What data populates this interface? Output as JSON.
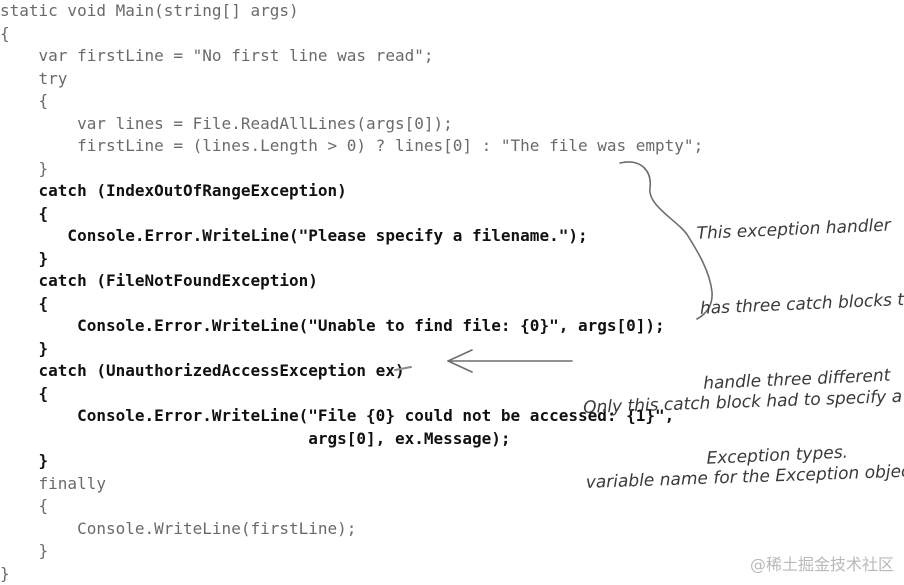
{
  "code": {
    "lines": [
      {
        "text": "static void Main(string[] args)",
        "style": "gray"
      },
      {
        "text": "{",
        "style": "gray"
      },
      {
        "text": "    var firstLine = \"No first line was read\";",
        "style": "gray"
      },
      {
        "text": "    try",
        "style": "gray"
      },
      {
        "text": "    {",
        "style": "gray"
      },
      {
        "text": "        var lines = File.ReadAllLines(args[0]);",
        "style": "gray"
      },
      {
        "text": "        firstLine = (lines.Length > 0) ? lines[0] : \"The file was empty\";",
        "style": "gray"
      },
      {
        "text": "    }",
        "style": "gray"
      },
      {
        "text": "    catch (IndexOutOfRangeException)",
        "style": "bold"
      },
      {
        "text": "    {",
        "style": "bold"
      },
      {
        "text": "       Console.Error.WriteLine(\"Please specify a filename.\");",
        "style": "bold"
      },
      {
        "text": "    }",
        "style": "bold"
      },
      {
        "text": "    catch (FileNotFoundException)",
        "style": "bold"
      },
      {
        "text": "    {",
        "style": "bold"
      },
      {
        "text": "        Console.Error.WriteLine(\"Unable to find file: {0}\", args[0]);",
        "style": "bold"
      },
      {
        "text": "    }",
        "style": "bold"
      },
      {
        "text": "    catch (UnauthorizedAccessException ex)",
        "style": "bold"
      },
      {
        "text": "    {",
        "style": "bold"
      },
      {
        "text": "        Console.Error.WriteLine(\"File {0} could not be accessed: {1}\",",
        "style": "bold"
      },
      {
        "text": "                                args[0], ex.Message);",
        "style": "bold"
      },
      {
        "text": "    }",
        "style": "bold"
      },
      {
        "text": "    finally",
        "style": "gray"
      },
      {
        "text": "    {",
        "style": "gray"
      },
      {
        "text": "        Console.WriteLine(firstLine);",
        "style": "gray"
      },
      {
        "text": "    }",
        "style": "gray"
      },
      {
        "text": "}",
        "style": "gray"
      }
    ]
  },
  "annotations": {
    "handler_note": [
      "This exception handler",
      "has three catch blocks to",
      "handle three different",
      "Exception types."
    ],
    "variable_note": [
      "Only this catch block had to specify a",
      "variable name for the Exception object."
    ]
  },
  "watermark": "@稀土掘金技术社区",
  "colors": {
    "gray_code": "#6a6a6a",
    "bold_code": "#111111",
    "note_text": "#3a3a3a",
    "annotation_stroke": "#6e6e6e"
  }
}
